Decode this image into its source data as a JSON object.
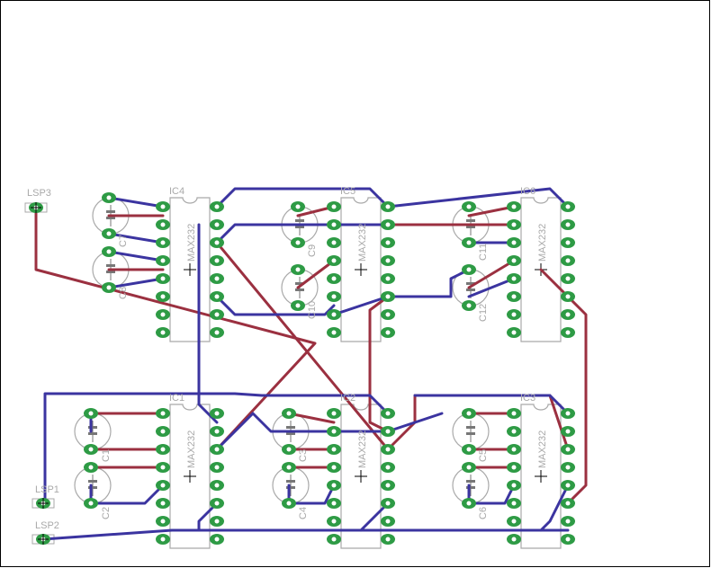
{
  "colors": {
    "background": "#ffffff",
    "board_outline": "#000000",
    "top_trace": "#9b3040",
    "bottom_trace": "#3b34a0",
    "pad": "#2e9b45",
    "pad_hole": "#ffffff",
    "silkscreen": "#a9a9a9",
    "cross": "#000000"
  },
  "connectors": {
    "lsp3": "LSP3",
    "lsp1": "LSP1",
    "lsp2": "LSP2"
  },
  "chips": {
    "ic4": {
      "name": "IC4",
      "value": "MAX232"
    },
    "ic5": {
      "name": "IC5",
      "value": "MAX232"
    },
    "ic6": {
      "name": "IC6",
      "value": "MAX232"
    },
    "ic1": {
      "name": "IC1",
      "value": "MAX232"
    },
    "ic2": {
      "name": "IC2",
      "value": "MAX232"
    },
    "ic3": {
      "name": "IC3",
      "value": "MAX232"
    }
  },
  "capacitors": {
    "c7": "C7",
    "c8": "C8",
    "c9": "C9",
    "c10": "C10",
    "c11": "C11",
    "c12": "C12",
    "c1": "C1",
    "c2": "C2",
    "c3": "C3",
    "c4": "C4",
    "c5": "C5",
    "c6": "C6"
  }
}
